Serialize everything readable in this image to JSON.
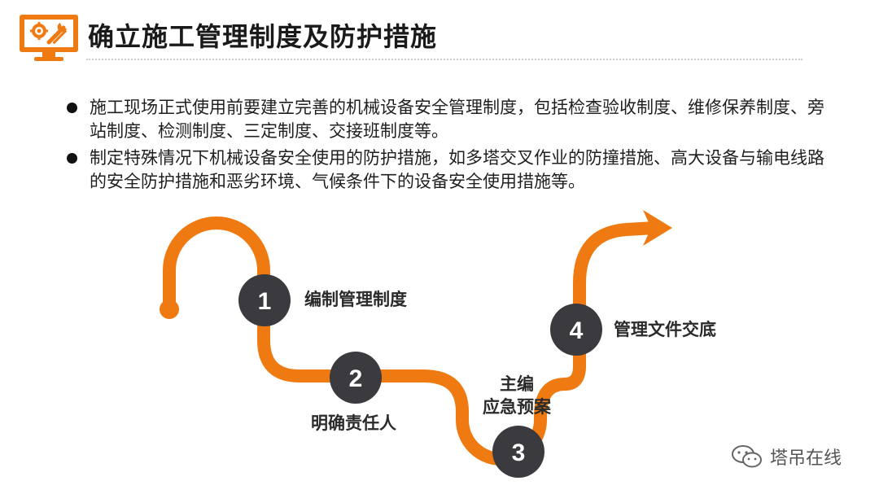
{
  "header": {
    "title": "确立施工管理制度及防护措施",
    "logo_icon": "monitor-gear-wrench-icon"
  },
  "bullets": [
    {
      "text": "施工现场正式使用前要建立完善的机械设备安全管理制度，包括检查验收制度、维修保养制度、旁站制度、检测制度、三定制度、交接班制度等。"
    },
    {
      "text": "制定特殊情况下机械设备安全使用的防护措施，如多塔交叉作业的防撞措施、高大设备与输电线路的安全防护措施和恶劣环境、气候条件下的设备安全使用措施等。"
    }
  ],
  "flow": {
    "steps": [
      {
        "number": "1",
        "label": "编制管理制度"
      },
      {
        "number": "2",
        "label": "明确责任人"
      },
      {
        "number": "3",
        "label_line1": "主编",
        "label_line2": "应急预案"
      },
      {
        "number": "4",
        "label": "管理文件交底"
      }
    ]
  },
  "watermark": {
    "text": "塔吊在线",
    "icon": "wechat-icon"
  },
  "colors": {
    "accent": "#F07A12",
    "node": "#3A3A3F",
    "title": "#1A1A1A"
  }
}
